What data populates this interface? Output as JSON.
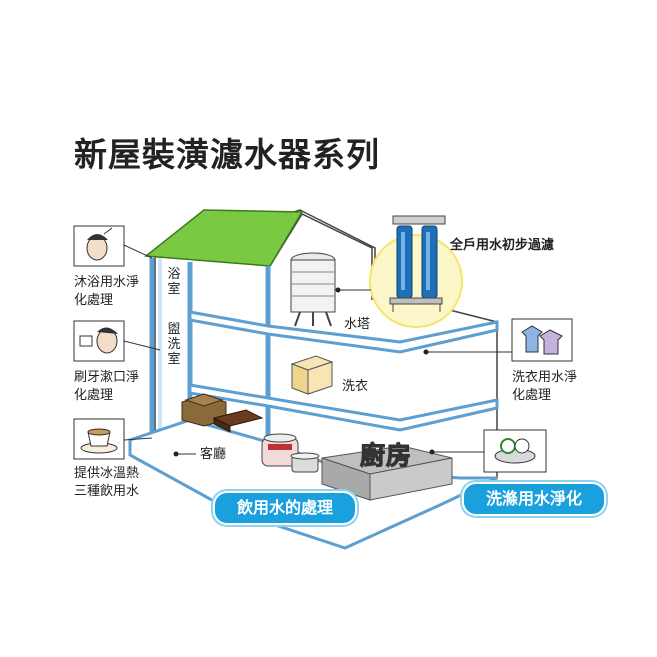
{
  "title": "新屋裝潢濾水器系列",
  "labels": {
    "whole_house": "全戶用水初步過濾",
    "water_tower": "水塔",
    "laundry": "洗衣",
    "living_room": "客廳",
    "kitchen": "廚房",
    "bathroom": "浴室",
    "washroom": "盥洗室"
  },
  "left_captions": {
    "shower": "沐浴用水淨化處理",
    "tooth": "刷牙漱口淨化處理",
    "drink": "提供冰溫熱三種飲用水"
  },
  "right_captions": {
    "clothes": "洗衣用水淨化處理"
  },
  "pills": {
    "drinking": "飲用水的處理",
    "washing": "洗滌用水淨化"
  },
  "colors": {
    "roof": "#7ac943",
    "pipe": "#5c9fd0",
    "pill": "#1aa0dd",
    "filter": "#1f6fb8"
  }
}
